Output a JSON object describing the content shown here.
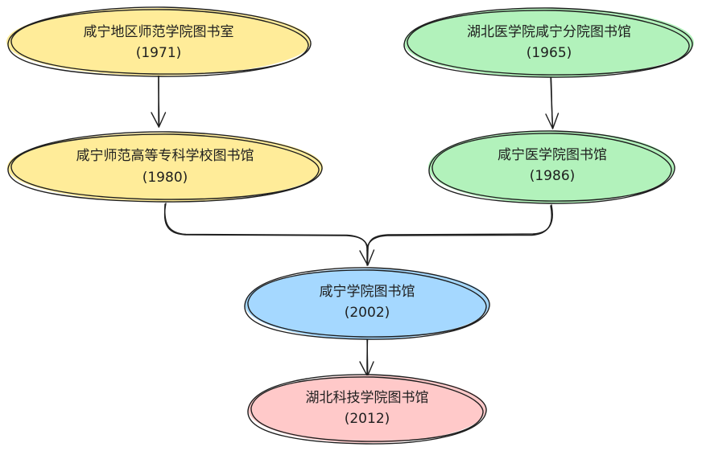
{
  "colors": {
    "yellow": "#ffec99",
    "green": "#b2f2bb",
    "blue": "#a5d8ff",
    "red": "#ffc9c9",
    "stroke": "#1e1e1e"
  },
  "nodes": {
    "xianning_normal_room": {
      "name": "咸宁地区师范学院图书室",
      "year": "(1971)"
    },
    "hubei_medical_branch": {
      "name": "湖北医学院咸宁分院图书馆",
      "year": "(1965)"
    },
    "xianning_normal_college": {
      "name": "咸宁师范高等专科学校图书馆",
      "year": "(1980)"
    },
    "xianning_medical": {
      "name": "咸宁医学院图书馆",
      "year": "(1986)"
    },
    "xianning_college": {
      "name": "咸宁学院图书馆",
      "year": "(2002)"
    },
    "hubei_science_tech": {
      "name": "湖北科技学院图书馆",
      "year": "(2012)"
    }
  }
}
